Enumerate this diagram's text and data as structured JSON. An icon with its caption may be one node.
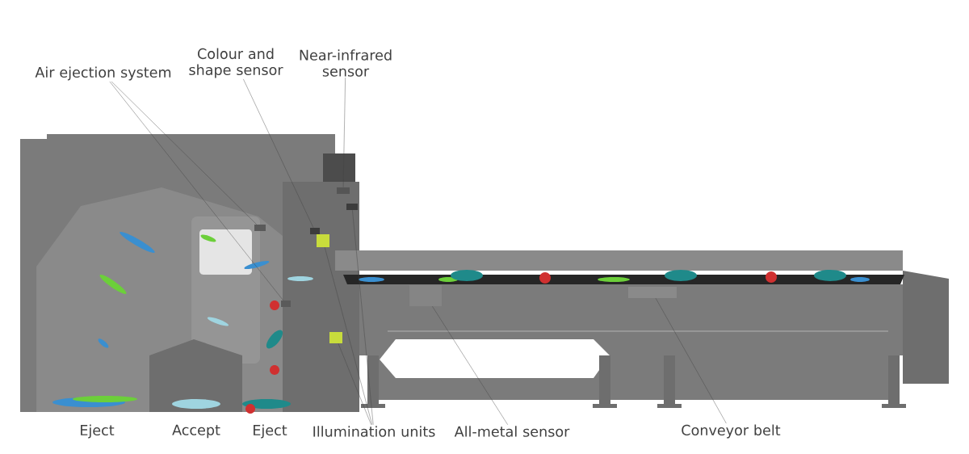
{
  "diagram": {
    "nodes": [
      {
        "text": [
          "Air ejection system"
        ]
      },
      {
        "text": [
          "Colour and shape sensor"
        ]
      },
      {
        "text": [
          "Near-infrared sensor"
        ]
      },
      {
        "text": [
          "Illumination units"
        ]
      },
      {
        "text": [
          "All-metal sensor"
        ]
      },
      {
        "text": [
          "Conveyor belt"
        ]
      },
      {
        "text": [],
        "shape": "box"
      },
      {
        "text": [],
        "shape": "box"
      },
      {
        "text": [],
        "shape": "box"
      },
      {
        "text": [],
        "shape": "box"
      },
      {
        "text": [],
        "shape": "box"
      },
      {
        "text": [],
        "shape": "box"
      },
      {
        "text": [],
        "shape": "box"
      },
      {
        "text": [],
        "shape": "box"
      },
      {
        "text": [],
        "shape": "box"
      }
    ],
    "edges": [
      {
        "from": 0,
        "to": 6,
        "arrow": "none"
      },
      {
        "from": 0,
        "to": 7,
        "arrow": "none"
      },
      {
        "from": 1,
        "to": 8,
        "arrow": "none"
      },
      {
        "from": 2,
        "to": 9,
        "arrow": "none"
      },
      {
        "from": 3,
        "to": 10,
        "arrow": "none"
      },
      {
        "from": 3,
        "to": 11,
        "arrow": "none"
      },
      {
        "from": 3,
        "to": 12,
        "arrow": "none"
      },
      {
        "from": 4,
        "to": 13,
        "arrow": "none"
      },
      {
        "from": 5,
        "to": 14,
        "arrow": "none"
      }
    ],
    "labels": [
      "Eject",
      "Accept",
      "Eject"
    ]
  }
}
